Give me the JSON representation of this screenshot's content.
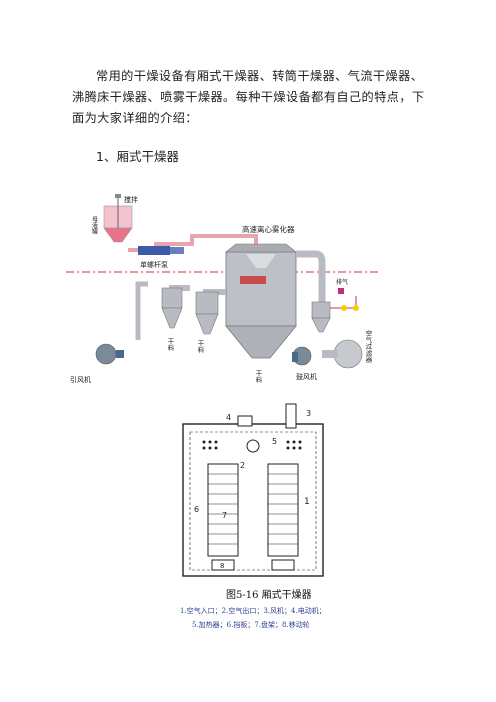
{
  "doc": {
    "intro": "常用的干燥设备有厢式干燥器、转筒干燥器、气流干燥器、沸腾床干燥器、喷雾干燥器。每种干燥设备都有自己的特点，下面为大家详细的介绍：",
    "heading": "1、厢式干燥器"
  },
  "spray_diagram": {
    "stir": "搅拌",
    "mother_tank": "母液罐",
    "screw_pump": "单螺杆泵",
    "atomizer": "高速离心雾化器",
    "exhaust": "排气",
    "air_filter": "空气过滤器",
    "induced_fan": "引风机",
    "blower": "鼓风机",
    "dry_material": "干料",
    "dry_material_left": "干料",
    "dry_material_mid": "干料"
  },
  "tray_diagram": {
    "callouts": [
      "1",
      "2",
      "3",
      "4",
      "5",
      "6",
      "7",
      "8"
    ]
  },
  "caption": {
    "title": "图5-16 厢式干燥器",
    "legend_line1": "1.空气入口；2.空气出口；3.风机；4.电动机；",
    "legend_line2": "5.加热器；6.挡板；7.盘架；8.移动轮"
  },
  "colors": {
    "pipe": "#e8a3b0",
    "fluid": "#e8748c",
    "steel": "#b8bcc2",
    "dashed_line": "#d2323c",
    "caption_blue": "#2c3f90"
  }
}
